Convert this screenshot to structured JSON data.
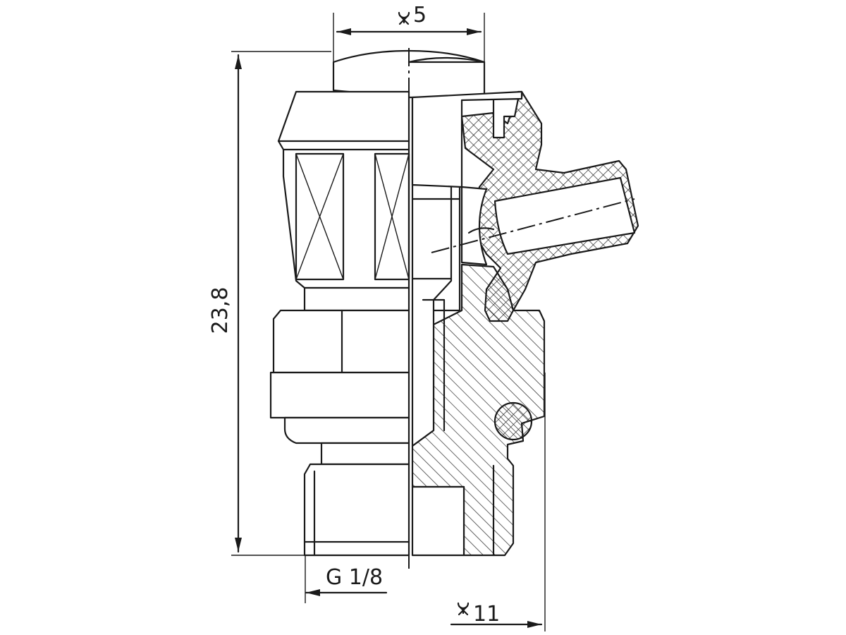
{
  "drawing": {
    "wrench_top_label": "5",
    "wrench_bottom_label": "11",
    "height_label": "23,8",
    "thread_label": "G 1/8",
    "colors": {
      "line": "#1a1a1a",
      "background": "#ffffff"
    },
    "icons": [
      "wrench-size-icon",
      "dimension-arrow-icon"
    ]
  }
}
